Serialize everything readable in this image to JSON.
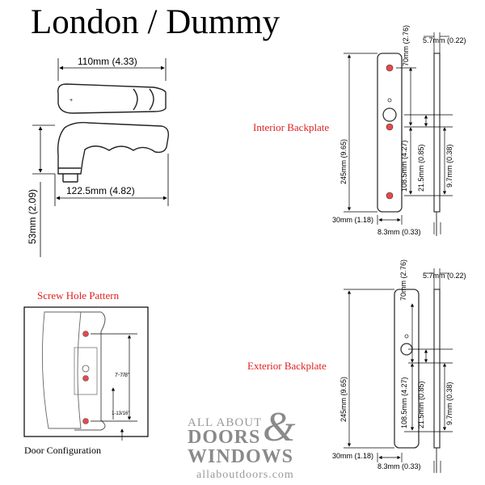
{
  "title": "London / Dummy",
  "labels": {
    "screw_hole_pattern": "Screw Hole Pattern",
    "interior_backplate": "Interior Backplate",
    "exterior_backplate": "Exterior Backplate",
    "door_configuration": "Door Configuration"
  },
  "handle_dims": {
    "top_width": "110mm (4.33)",
    "length": "122.5mm (4.82)",
    "height": "53mm (2.09)"
  },
  "backplate_dims": {
    "height": "245mm (9.65)",
    "top_offset": "70mm (2.76)",
    "thickness": "5.7mm (0.22)",
    "spindle_to_screw": "108.5mm (4.27)",
    "small_offset": "21.5mm (0.85)",
    "side_offset": "9.7mm (0.38)",
    "width": "30mm (1.18)",
    "depth": "8.3mm (0.33)"
  },
  "screw_pattern_dims": {
    "spacing": "7-7/8\"",
    "bottom": "1-13/16\""
  },
  "brand": {
    "line1": "ALL ABOUT",
    "line2": "DOORS",
    "amp": "&",
    "line3": "WINDOWS",
    "url": "allaboutdoors.com"
  },
  "colors": {
    "accent_red": "#e02020",
    "hole_fill": "#e8484a",
    "watermark": "#8a8a8a"
  }
}
